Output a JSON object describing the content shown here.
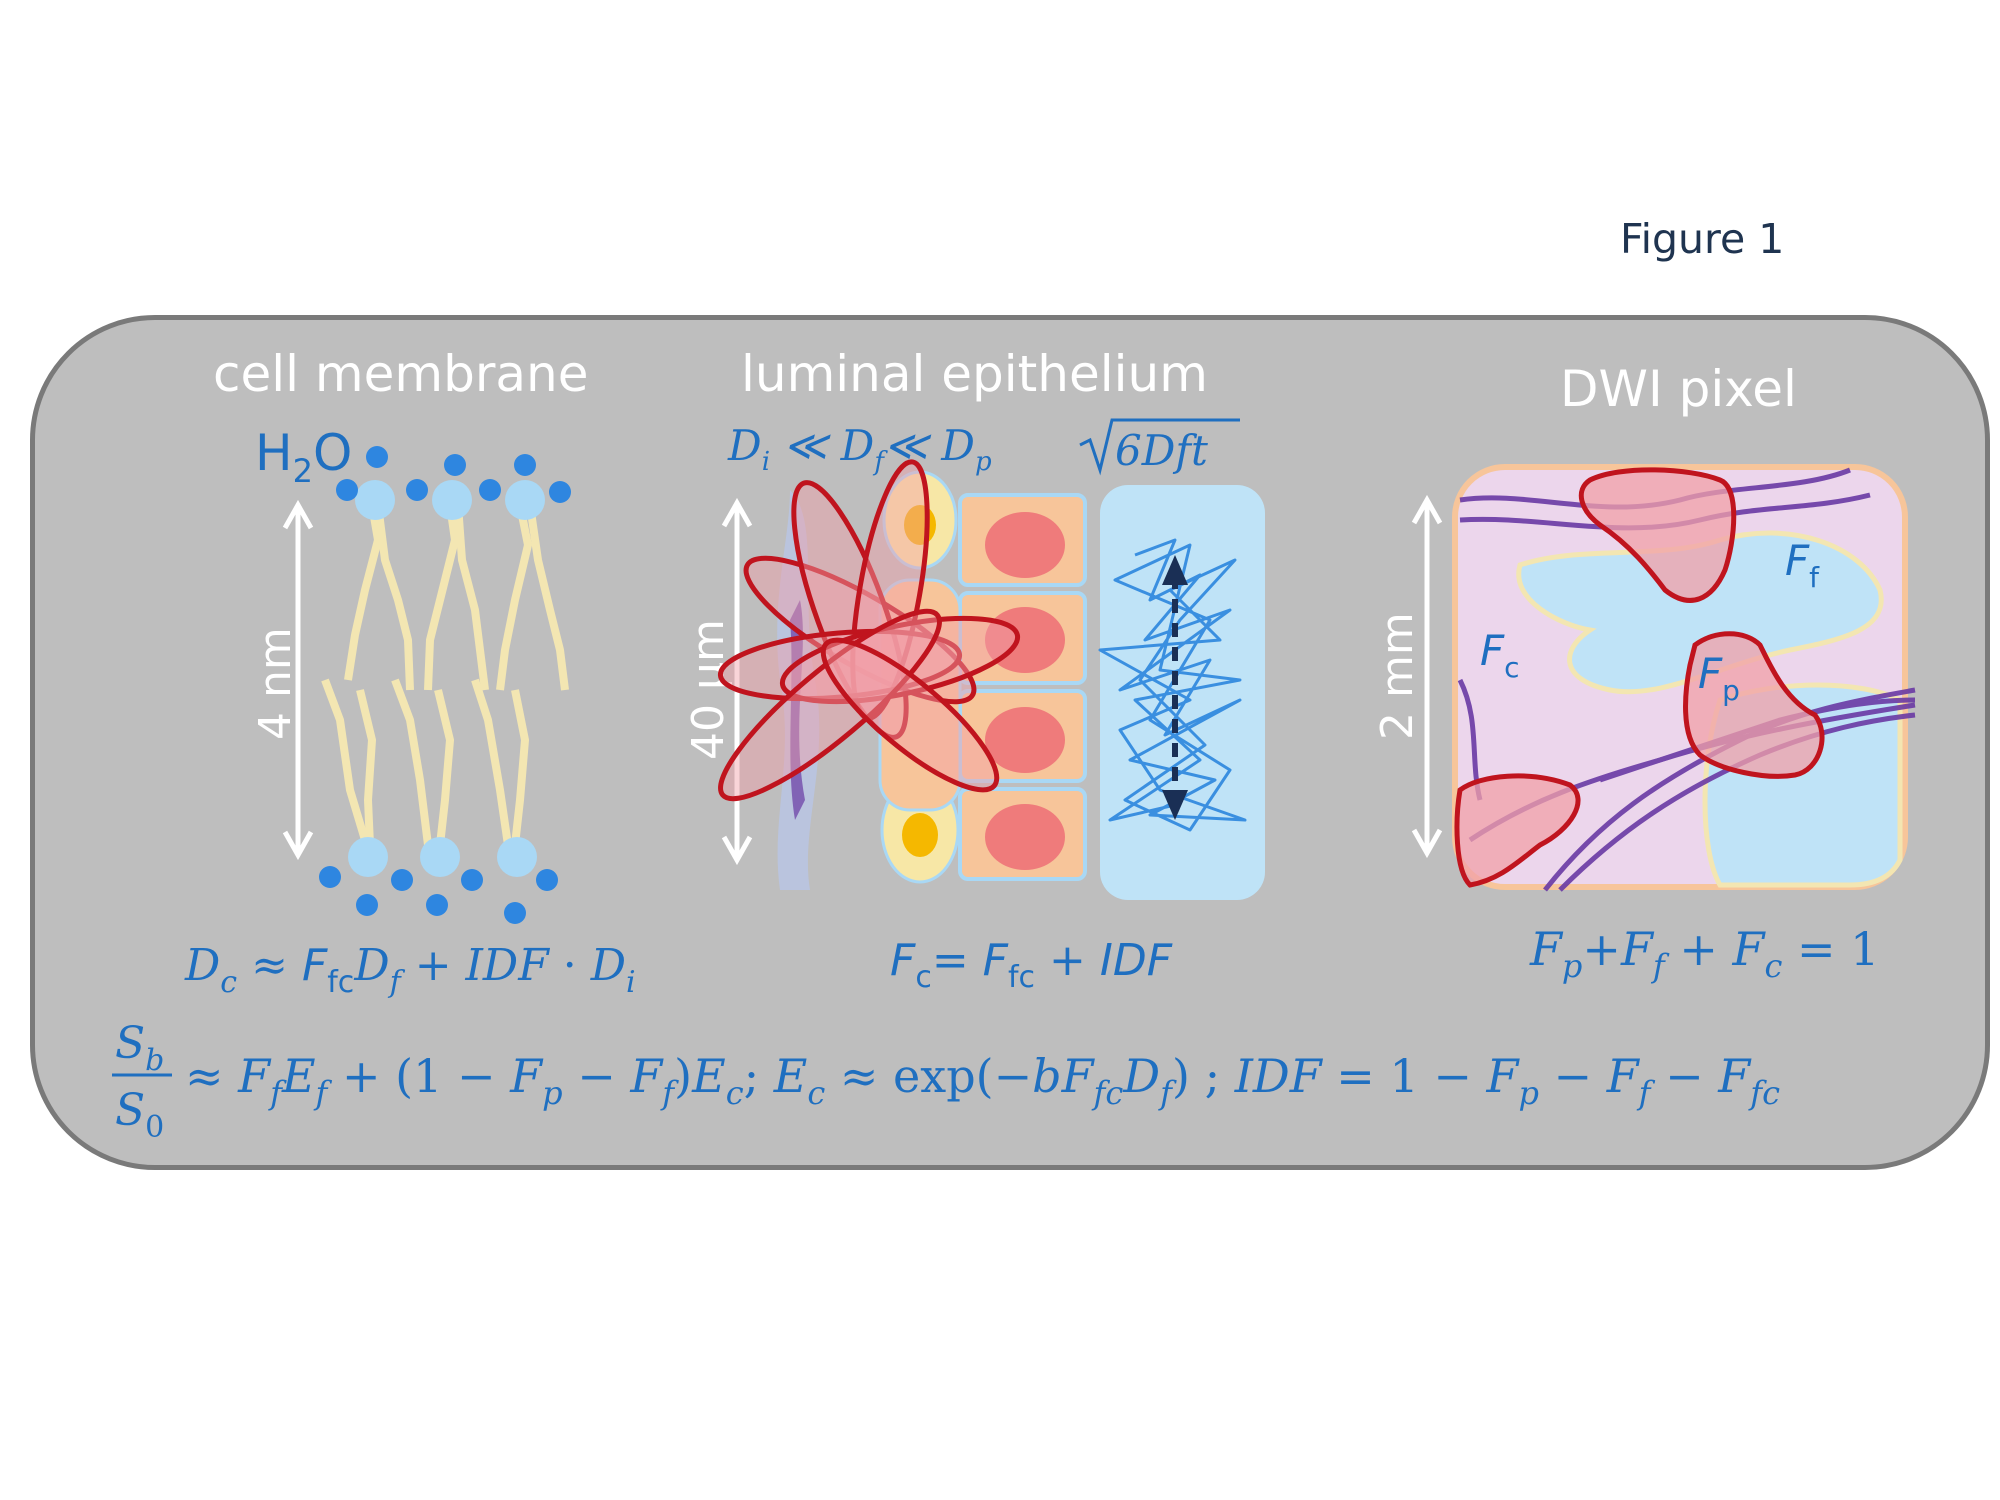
{
  "figure_label": "Figure 1",
  "titles": {
    "membrane": "cell membrane",
    "epithelium": "luminal epithelium",
    "pixel": "DWI pixel"
  },
  "membrane": {
    "molecule_main": "H",
    "molecule_sub": "2",
    "molecule_tail": "O",
    "scale": "4 nm"
  },
  "epithelium": {
    "scale": "40 µm",
    "relation": "D_i ≪ D_f ≪ D_p",
    "diffusion_length": "√6Dft"
  },
  "pixel": {
    "scale": "2 mm",
    "label_ff": "F",
    "label_ff_sub": "f",
    "label_fc": "F",
    "label_fc_sub": "c",
    "label_fp": "F",
    "label_fp_sub": "p"
  },
  "equations": {
    "dc": "Dc ≈ FfcDf + IDF · Di",
    "fc": "Fc = Ffc + IDF",
    "sum": "Fp + Ff + Fc = 1",
    "main_rhs": "≈ FfEf + (1 − Fp − Ff)Ec;   Ec ≈ exp(−bFfcDf) ; IDF = 1 − Fp − Ff − Ffc",
    "ratio_num": "Sb",
    "ratio_den": "S0"
  },
  "colors": {
    "panel_bg": "#bebebe",
    "panel_border": "#7a7a7a",
    "equation_blue": "#1f6fc0",
    "dot_blue": "#2e86e0",
    "lipid_yellow": "#f3e6b2",
    "cell_orange": "#f7c59a",
    "nucleus_red": "#ef7b7b",
    "outline_red": "#c0141e",
    "lumen_blue": "#bfe3f7",
    "fiber_purple": "#6a3aa4",
    "stroma_pink": "#ecd6ec"
  }
}
